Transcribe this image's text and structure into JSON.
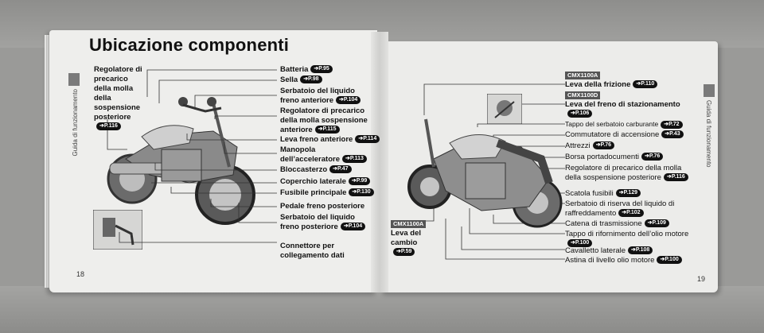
{
  "title": "Ubicazione componenti",
  "side_label": "Guida di funzionamento",
  "page_left": "18",
  "page_right": "19",
  "left": {
    "reg_rear": {
      "text": "Regolatore di precarico della molla della sospensione posteriore",
      "ref": "➔P.116"
    },
    "batteria": {
      "text": "Batteria",
      "ref": "➔P.95"
    },
    "sella": {
      "text": "Sella",
      "ref": "➔P.98"
    },
    "serb_freno_ant": {
      "text": "Serbatoio del liquido freno anteriore",
      "ref": "➔P.104"
    },
    "reg_front": {
      "text": "Regolatore di precarico della molla sospensione anteriore",
      "ref": "➔P.115"
    },
    "leva_freno": {
      "text": "Leva freno anteriore",
      "ref": "➔P.114"
    },
    "manopola": {
      "text": "Manopola dell’acceleratore",
      "ref": "➔P.113"
    },
    "bloccasterzo": {
      "text": "Bloccasterzo",
      "ref": "➔P.47"
    },
    "coperchio": {
      "text": "Coperchio laterale",
      "ref": "➔P.99"
    },
    "fusibile": {
      "text": "Fusibile principale",
      "ref": "➔P.130"
    },
    "pedale": {
      "text": "Pedale freno posteriore"
    },
    "serb_freno_post": {
      "text": "Serbatoio del liquido freno posteriore",
      "ref": "➔P.104"
    },
    "connettore": {
      "text": "Connettore per collegamento dati"
    }
  },
  "right": {
    "model_a": "CMX1100A",
    "model_d": "CMX1100D",
    "leva_frizione": {
      "text": "Leva della frizione",
      "ref": "➔P.110"
    },
    "leva_staz": {
      "text": "Leva del freno di stazionamento",
      "ref": "➔P.106"
    },
    "tappo_serb": {
      "text": "Tappo del serbatoio carburante",
      "ref": "➔P.72"
    },
    "commutatore": {
      "text": "Commutatore di accensione",
      "ref": "➔P.43"
    },
    "attrezzi": {
      "text": "Attrezzi",
      "ref": "➔P.76"
    },
    "borsa": {
      "text": "Borsa portadocumenti",
      "ref": "➔P.76"
    },
    "reg_post": {
      "text": "Regolatore di precarico della molla della sospensione posteriore",
      "ref": "➔P.116"
    },
    "scatola": {
      "text": "Scatola fusibili",
      "ref": "➔P.129"
    },
    "serb_raff": {
      "text": "Serbatoio di riserva del liquido di raffreddamento",
      "ref": "➔P.102"
    },
    "catena": {
      "text": "Catena di trasmissione",
      "ref": "➔P.109"
    },
    "tappo_olio": {
      "text": "Tappo di rifornimento dell’olio motore",
      "ref": "➔P.100"
    },
    "cavalletto": {
      "text": "Cavalletto laterale",
      "ref": "➔P.108"
    },
    "astina": {
      "text": "Astina di livello olio motore",
      "ref": "➔P.100"
    },
    "leva_cambio": {
      "text": "Leva del cambio",
      "ref": "➔P.59"
    }
  }
}
